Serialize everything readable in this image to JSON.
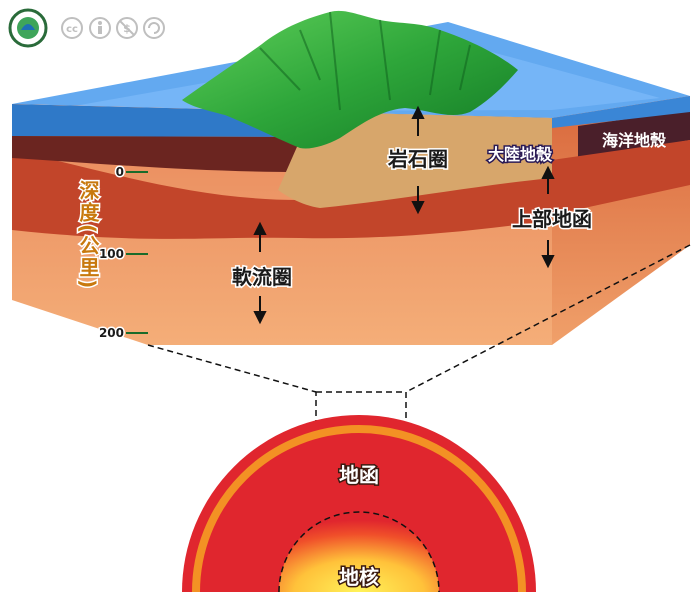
{
  "labels": {
    "lithosphere": "岩石圈",
    "continental_crust": "大陸地殼",
    "oceanic_crust": "海洋地殼",
    "upper_mantle": "上部地函",
    "asthenosphere": "軟流圈",
    "depth_axis": "深度(公里)",
    "mantle": "地函",
    "core": "地核"
  },
  "depth_ticks": [
    "0",
    "100",
    "200"
  ],
  "colors": {
    "ocean": "#63a9f0",
    "ocean_top": "#8cc4ff",
    "land": "#2ea63a",
    "lithosphere_tan": "#d7a66b",
    "upper_mantle": "#c2452a",
    "asthenosphere": "#e8875a",
    "mantle_red": "#e0262e",
    "mantle_orange": "#f39124",
    "core_yellow": "#ffe23a",
    "depth_label": "#c8790d"
  },
  "license_icons": [
    "cc-icon",
    "attribution-icon",
    "noncommercial-icon",
    "sharealike-icon"
  ]
}
